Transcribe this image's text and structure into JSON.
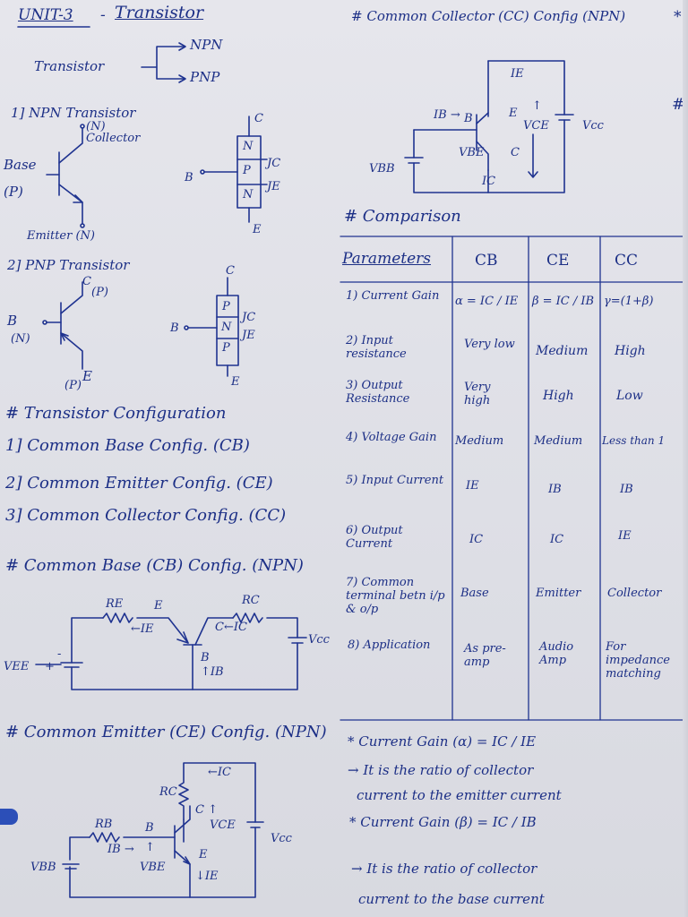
{
  "header": {
    "unit": "UNIT-3",
    "dash": "-",
    "title": "Transistor"
  },
  "intro": {
    "transistor": "Transistor",
    "npn": "NPN",
    "pnp": "PNP"
  },
  "npn": {
    "heading": "1] NPN Transistor",
    "n_marker": "(N)",
    "collector": "Collector",
    "base": "Base",
    "p": "(P)",
    "emitter": "Emitter (N)",
    "sym": {
      "c": "C",
      "b": "B",
      "e": "E",
      "n1": "N",
      "p": "P",
      "n2": "N",
      "jc": "JC",
      "je": "JE"
    }
  },
  "pnp": {
    "heading": "2] PNP Transistor",
    "c": "C",
    "cp": "(P)",
    "b": "B",
    "n": "(N)",
    "e": "E",
    "ep": "(P)",
    "sym": {
      "c": "C",
      "b": "B",
      "e": "E",
      "p1": "P",
      "n": "N",
      "p2": "P",
      "jc": "JC",
      "je": "JE"
    }
  },
  "config": {
    "heading": "# Transistor Configuration",
    "item1": "1] Common Base Config. (CB)",
    "item2": "2] Common Emitter Config. (CE)",
    "item3": "3] Common Collector Config. (CC)"
  },
  "cb": {
    "heading": "# Common Base (CB) Config. (NPN)",
    "re": "RE",
    "e": "E",
    "ie": "←IE",
    "rc": "RC",
    "c": "C",
    "ic": "C←IC",
    "b": "B",
    "ib": "↑IB",
    "vee": "VEE",
    "vcc": "Vcc",
    "minus": "-",
    "plus": "+"
  },
  "ce": {
    "heading": "# Common Emitter (CE) Config. (NPN)",
    "ic": "←IC",
    "rc": "RC",
    "c": "C ↑",
    "vce": "VCE",
    "vcc": "Vcc",
    "rb": "RB",
    "b": "B",
    "ib": "IB →",
    "up": "↑",
    "e": "E",
    "vbe": "VBE",
    "vbb": "VBB",
    "ie": "↓IE"
  },
  "cc": {
    "heading": "# Common Collector (CC) Config (NPN)",
    "ie": "IE",
    "ib": "IB →",
    "b": "B",
    "e": "E",
    "up": "↑",
    "vce": "VCE",
    "vcc": "Vcc",
    "vbe": "VBE",
    "c": "C",
    "vbb": "VBB",
    "ic": "IC"
  },
  "comparison": {
    "heading": "# Comparison"
  },
  "table": {
    "headers": [
      "Parameters",
      "CB",
      "CE",
      "CC"
    ],
    "rows": [
      {
        "param": "1) Current Gain",
        "cb": "α = IC / IE",
        "ce": "β = IC / IB",
        "cc": "γ=(1+β)"
      },
      {
        "param": "2) Input resistance",
        "cb": "Very low",
        "ce": "Medium",
        "cc": "High"
      },
      {
        "param": "3) Output Resistance",
        "cb": "Very high",
        "ce": "High",
        "cc": "Low"
      },
      {
        "param": "4) Voltage Gain",
        "cb": "Medium",
        "ce": "Medium",
        "cc": "Less than 1"
      },
      {
        "param": "5) Input Current",
        "cb": "IE",
        "ce": "IB",
        "cc": "IB"
      },
      {
        "param": "6) Output Current",
        "cb": "IC",
        "ce": "IC",
        "cc": "IE"
      },
      {
        "param": "7) Common terminal betn i/p & o/p",
        "cb": "Base",
        "ce": "Emitter",
        "cc": "Collector"
      },
      {
        "param": "8) Application",
        "cb": "As pre-amp",
        "ce": "Audio Amp",
        "cc": "For impedance matching"
      }
    ]
  },
  "notes": {
    "alpha": "* Current Gain (α) = IC / IE",
    "alpha_desc1": "→ It is the ratio of collector",
    "alpha_desc2": "current to the emitter current",
    "beta": "* Current Gain (β) = IC / IB",
    "beta_desc1": "→ It is the ratio of collector",
    "beta_desc2": "current to the base current"
  },
  "margin": {
    "star1": "*",
    "hash": "#"
  }
}
